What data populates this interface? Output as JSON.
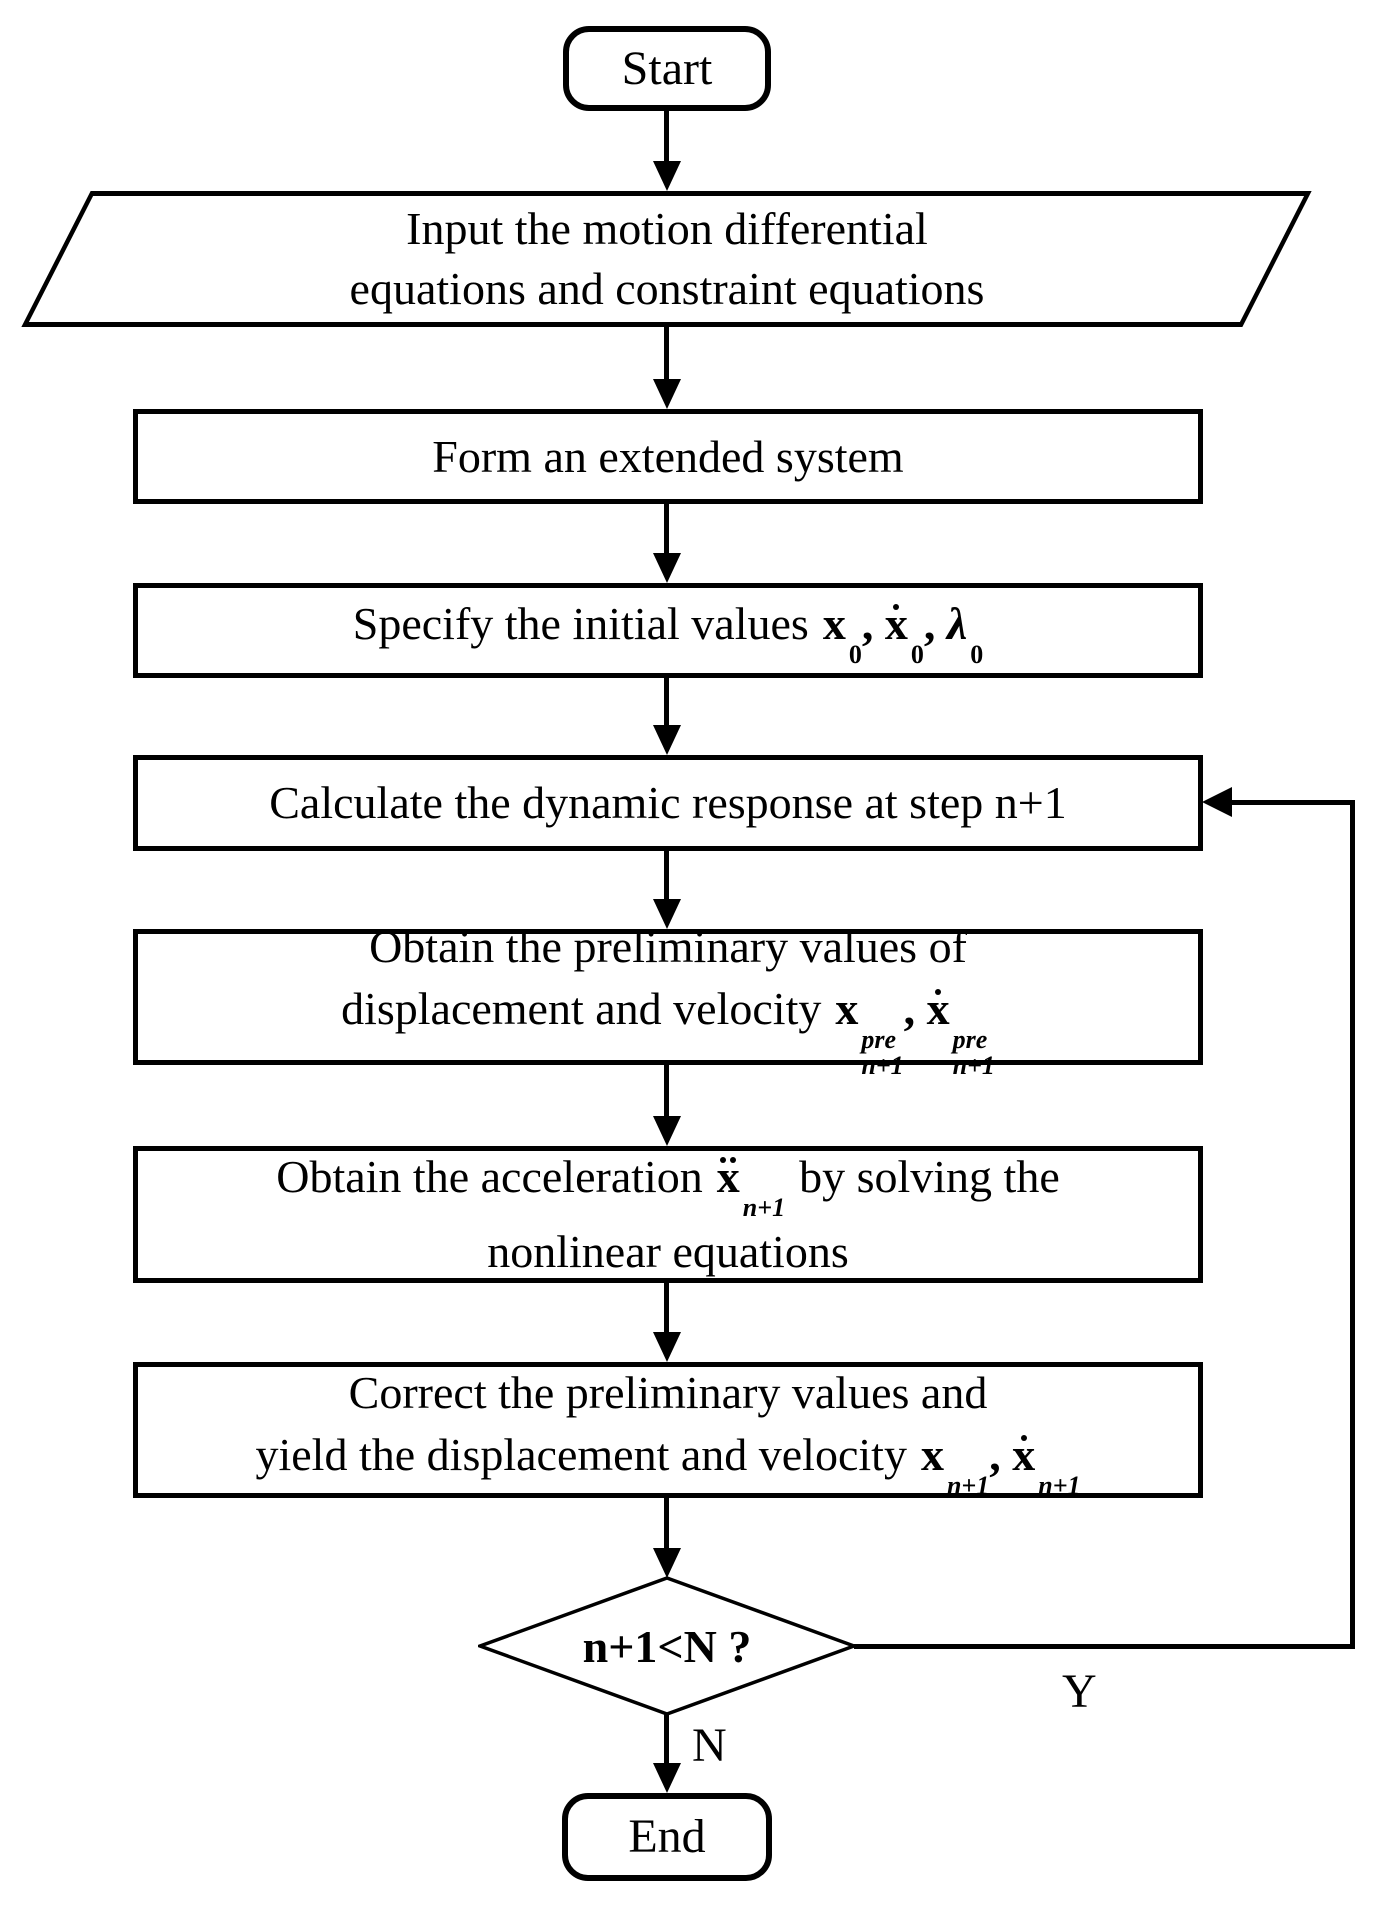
{
  "flowchart": {
    "colors": {
      "stroke": "#000000",
      "background": "#ffffff"
    },
    "nodes": {
      "start": {
        "type": "terminator",
        "label": "Start"
      },
      "input": {
        "type": "io-parallelogram",
        "lines": [
          "Input the motion differential",
          "equations and constraint equations"
        ]
      },
      "form": {
        "type": "process",
        "label": "Form an extended system"
      },
      "specify": {
        "type": "process",
        "text": "Specify the initial values"
      },
      "calculate": {
        "type": "process",
        "label": "Calculate the dynamic response at step n+1"
      },
      "preliminary": {
        "type": "process",
        "lines": [
          "Obtain the preliminary values of",
          "displacement and velocity"
        ]
      },
      "acceleration": {
        "type": "process",
        "text_before": "Obtain the acceleration",
        "text_after": "by solving the",
        "line2": "nonlinear equations"
      },
      "correct": {
        "type": "process",
        "lines": [
          "Correct the preliminary values and",
          "yield the displacement and velocity"
        ]
      },
      "decision": {
        "type": "decision",
        "label": "n+1<N ?"
      },
      "end": {
        "type": "terminator",
        "label": "End"
      }
    },
    "edges": {
      "yes_label": "Y",
      "no_label": "N"
    },
    "math": {
      "specify": [
        {
          "base": "x",
          "bold": true,
          "dots": 0,
          "sub": "0"
        },
        {
          "base": "x",
          "bold": true,
          "dots": 1,
          "sub": "0"
        },
        {
          "base": "λ",
          "bold": true,
          "italic": true,
          "dots": 0,
          "sub": "0"
        }
      ],
      "preliminary": [
        {
          "base": "x",
          "bold": true,
          "dots": 0,
          "sup": "pre",
          "sub": "n+1"
        },
        {
          "base": "x",
          "bold": true,
          "dots": 1,
          "sup": "pre",
          "sub": "n+1"
        }
      ],
      "acceleration": [
        {
          "base": "x",
          "bold": true,
          "dots": 2,
          "sub": "n+1"
        }
      ],
      "correct": [
        {
          "base": "x",
          "bold": true,
          "dots": 0,
          "sub": "n+1"
        },
        {
          "base": "x",
          "bold": true,
          "dots": 1,
          "sub": "n+1"
        }
      ]
    }
  }
}
